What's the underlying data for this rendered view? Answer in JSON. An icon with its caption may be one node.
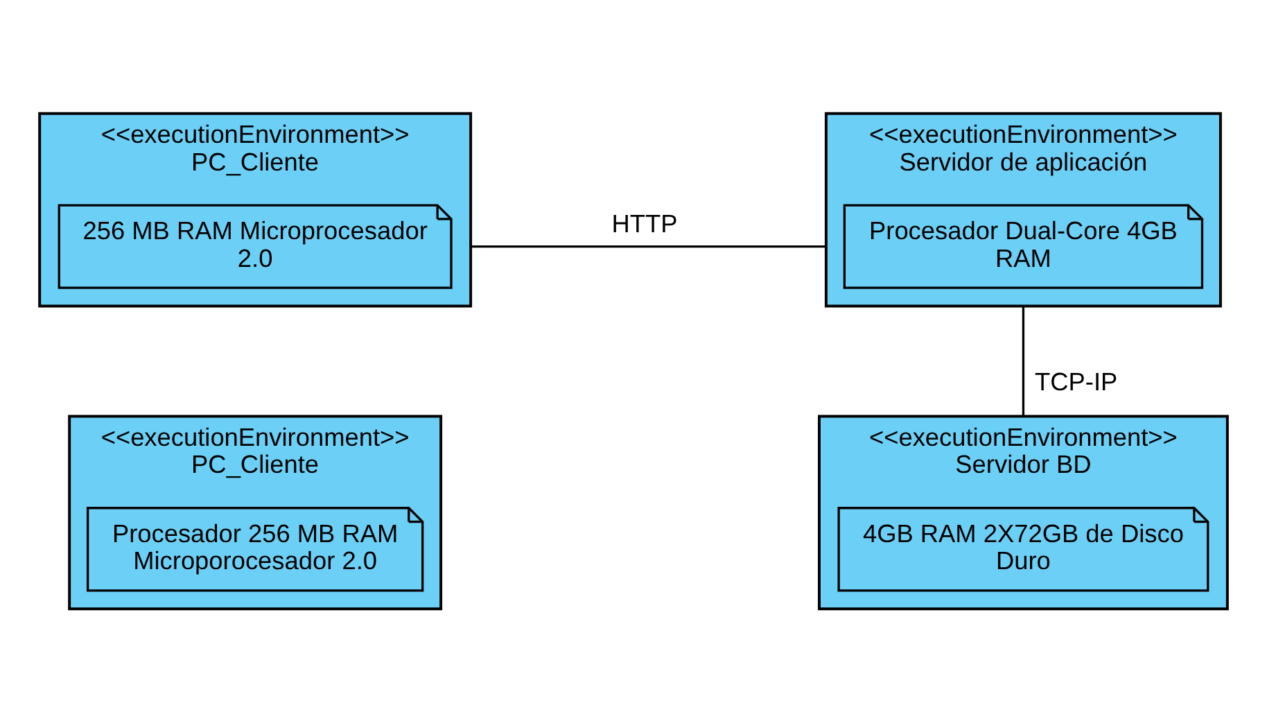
{
  "diagram": {
    "nodes": [
      {
        "text": [
          "<<executionEnvironment>>",
          "PC_Cliente"
        ]
      },
      {
        "text": [
          "256 MB RAM Microprocesador 2.0"
        ],
        "in": 0
      },
      {
        "text": [
          "<<executionEnvironment>>",
          "Servidor de aplicación"
        ]
      },
      {
        "text": [
          "Procesador Dual-Core 4GB RAM"
        ],
        "in": 2
      },
      {
        "text": [
          "<<executionEnvironment>>",
          "PC_Cliente"
        ]
      },
      {
        "text": [
          "Procesador 256 MB RAM Microporocesador 2.0"
        ],
        "in": 4
      },
      {
        "text": [
          "<<executionEnvironment>>",
          "Servidor BD"
        ]
      },
      {
        "text": [
          "4GB RAM 2X72GB de Disco Duro"
        ],
        "in": 6
      }
    ],
    "edges": [
      {
        "from": 0,
        "to": 2,
        "arrow": "none",
        "label": "HTTP"
      },
      {
        "from": 2,
        "to": 6,
        "arrow": "none",
        "label": "TCP-IP"
      }
    ]
  }
}
